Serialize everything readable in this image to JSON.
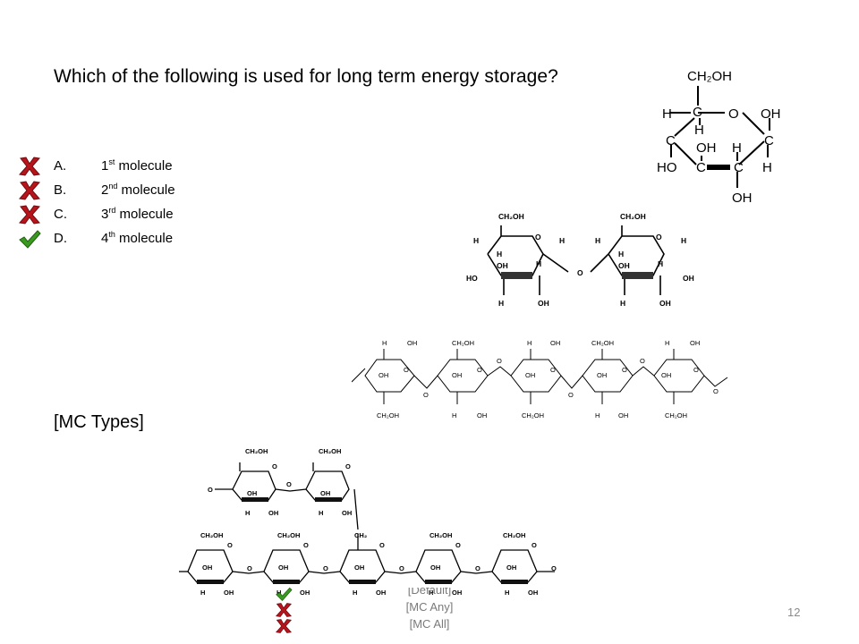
{
  "slide": {
    "question": "Which of the following is used for long term energy storage?",
    "answers": [
      {
        "letter": "A.",
        "prefix": "1",
        "sup": "st",
        "suffix": " molecule",
        "mark": "incorrect"
      },
      {
        "letter": "B.",
        "prefix": "2",
        "sup": "nd",
        "suffix": " molecule",
        "mark": "incorrect"
      },
      {
        "letter": "C.",
        "prefix": "3",
        "sup": "rd",
        "suffix": " molecule",
        "mark": "incorrect"
      },
      {
        "letter": "D.",
        "prefix": "4",
        "sup": "th",
        "suffix": " molecule",
        "mark": "correct"
      }
    ],
    "mc_types_label": "[MC Types]",
    "mc_types": [
      "[Default]",
      "[MC Any]",
      "[MC All]"
    ],
    "page_number": "12"
  },
  "molecule1": {
    "labels": {
      "ch2oh": "CH₂OH",
      "h": "H",
      "c": "C",
      "o": "O",
      "oh": "OH",
      "ho": "HO"
    }
  },
  "molecule2": {
    "labels": {
      "ch2oh": "CH₂OH",
      "h": "H",
      "o": "O",
      "oh": "OH",
      "ho": "HO"
    }
  },
  "molecule3": {
    "labels": {
      "ch2oh": "CH₂OH",
      "h": "H",
      "o": "O",
      "oh": "OH"
    }
  },
  "molecule4": {
    "labels": {
      "ch2oh": "CH₂OH",
      "ch2": "CH₂",
      "h": "H",
      "o": "O",
      "oh": "OH"
    }
  },
  "colors": {
    "incorrect": "#b8141c",
    "correct": "#3a9a1f",
    "muted": "#7a7a7a"
  }
}
